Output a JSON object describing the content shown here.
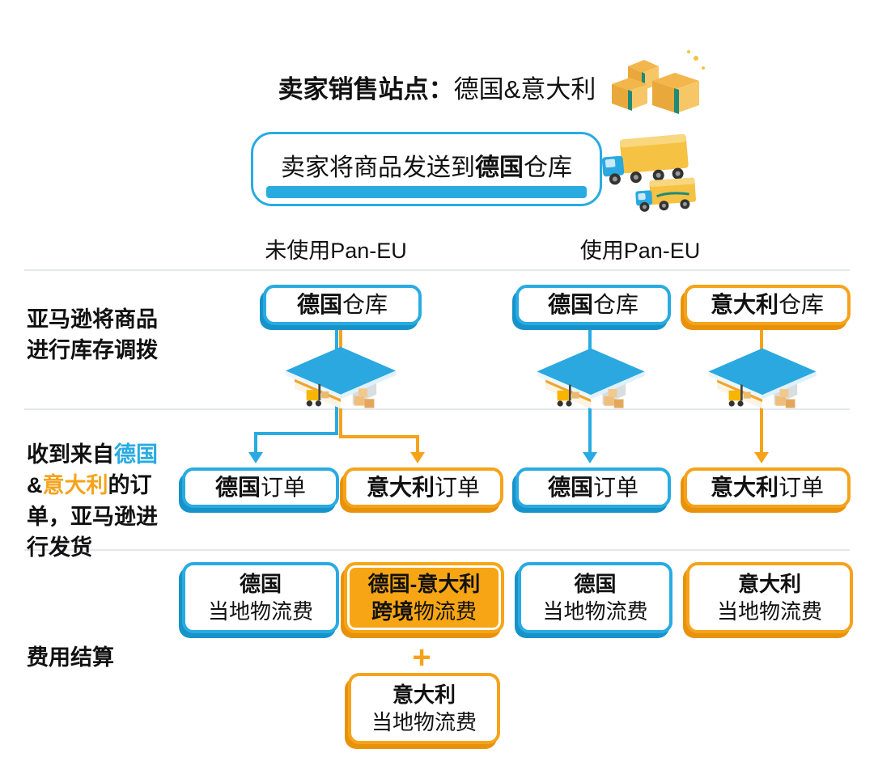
{
  "header": {
    "title_bold": "卖家销售站点：",
    "title_rest": "德国&意大利"
  },
  "banner": {
    "text_pre": "卖家将商品发送到",
    "text_bold": "德国",
    "text_post": "仓库"
  },
  "columns": {
    "no_paneu": "未使用Pan-EU",
    "paneu": "使用Pan-EU"
  },
  "row_labels": {
    "transfer": "亚马逊将商品进行库存调拨",
    "orders_s1": "收到来自",
    "orders_s2": "德国",
    "orders_s3": "&",
    "orders_s4": "意大利",
    "orders_s5": "的订单，亚马逊进行发货",
    "fees": "费用结算"
  },
  "warehouse_boxes": {
    "no_paneu_de_bold": "德国",
    "no_paneu_de_rest": "仓库",
    "paneu_de_bold": "德国",
    "paneu_de_rest": "仓库",
    "paneu_it_bold": "意大利",
    "paneu_it_rest": "仓库"
  },
  "order_boxes": {
    "no_paneu_de_bold": "德国",
    "no_paneu_de_rest": "订单",
    "no_paneu_it_bold": "意大利",
    "no_paneu_it_rest": "订单",
    "paneu_de_bold": "德国",
    "paneu_de_rest": "订单",
    "paneu_it_bold": "意大利",
    "paneu_it_rest": "订单"
  },
  "fee_boxes": {
    "no_paneu_de_l1": "德国",
    "no_paneu_de_l2": "当地物流费",
    "cross_l1": "德国-意大利",
    "cross_l2_bold": "跨境",
    "cross_l2_rest": "物流费",
    "plus": "+",
    "no_paneu_it_l1": "意大利",
    "no_paneu_it_l2": "当地物流费",
    "paneu_de_l1": "德国",
    "paneu_de_l2": "当地物流费",
    "paneu_it_l1": "意大利",
    "paneu_it_l2": "当地物流费"
  },
  "icons": {
    "parcel_boxes": "amazon-parcel-boxes-icon",
    "trucks": "delivery-trucks-icon",
    "warehouse": "warehouse-icon"
  },
  "colors": {
    "blue": "#29ABE2",
    "orange": "#F5A31B",
    "orange_fill": "#F7A514",
    "divider": "#E3E8EE",
    "text": "#111111"
  }
}
